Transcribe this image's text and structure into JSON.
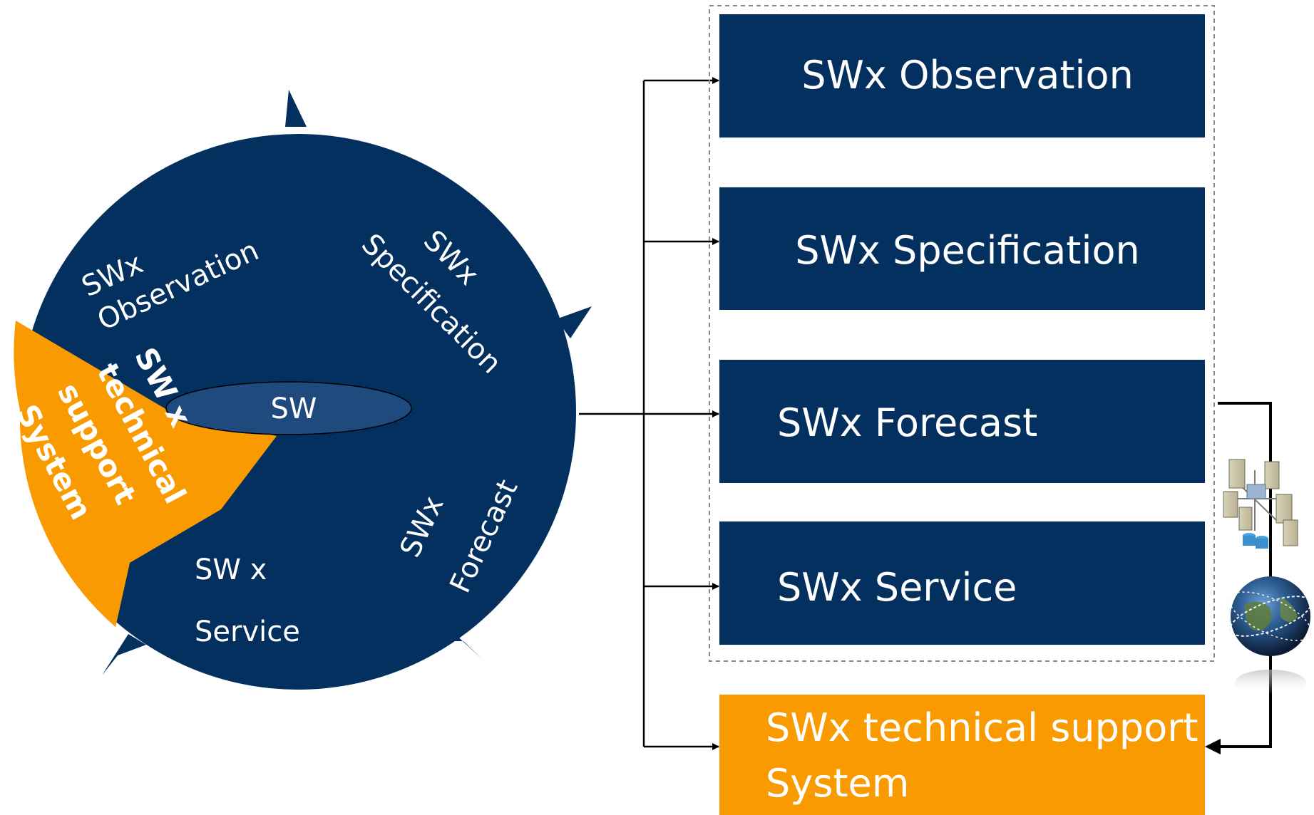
{
  "colors": {
    "navy": "#04305f",
    "orange": "#f89a00",
    "center_ellipse": "#1f4a7e",
    "connector": "#000000",
    "dashed_border": "#888888"
  },
  "wheel": {
    "segments": {
      "observation_line1": "SWx",
      "observation_line2": "Observation",
      "specification_line1": "SWx",
      "specification_line2": "Specification",
      "forecast_line1": "SWx",
      "forecast_line2": "Forecast",
      "service_line1": "SW x",
      "service_line2": "Service",
      "support_line1": "SW x",
      "support_line2": "technical",
      "support_line3": "support",
      "support_line4": "System"
    },
    "center": "SW"
  },
  "boxes": [
    {
      "label": "SWx  Observation",
      "color": "navy"
    },
    {
      "label": "SWx  Specification",
      "color": "navy"
    },
    {
      "label": "SWx  Forecast",
      "color": "navy"
    },
    {
      "label": "SWx  Service",
      "color": "navy"
    }
  ],
  "support_box": {
    "line1": "SWx  technical support",
    "line2": "System",
    "color": "orange"
  },
  "icons": [
    "server-network-icon",
    "globe-icon"
  ]
}
